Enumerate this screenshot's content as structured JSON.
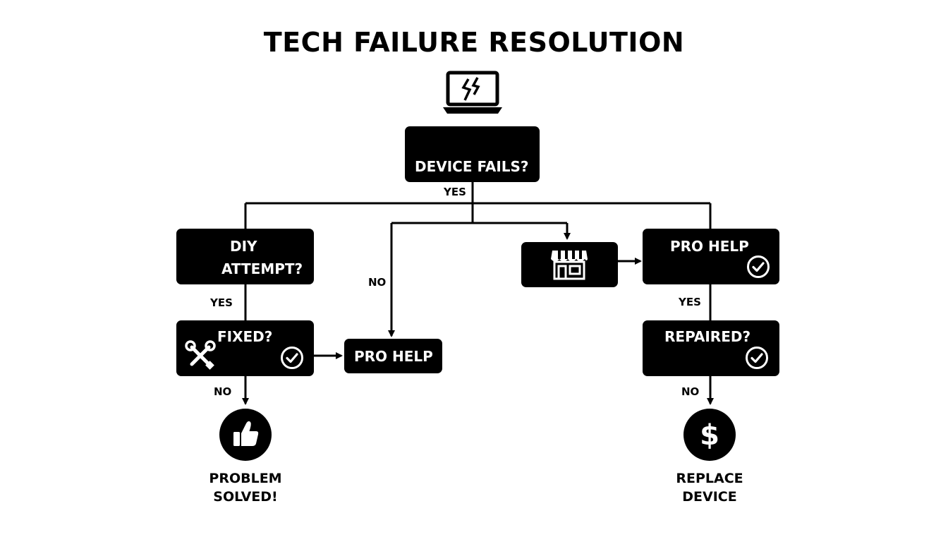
{
  "title": "TECH FAILURE RESOLUTION",
  "nodes": {
    "device_fails": "DEVICE FAILS?",
    "diy_attempt_line1": "DIY",
    "diy_attempt_line2": "ATTEMPT?",
    "fixed": "FIXED?",
    "pro_help_middle": "PRO HELP",
    "pro_help_right": "PRO HELP",
    "repaired": "REPAIRED?"
  },
  "edge_labels": {
    "yes_top": "YES",
    "yes_diy": "YES",
    "no_fixed": "NO",
    "no_middle": "NO",
    "yes_pro": "YES",
    "no_repaired": "NO"
  },
  "outcomes": {
    "problem_solved_line1": "PROBLEM",
    "problem_solved_line2": "SOLVED!",
    "replace_device_line1": "REPLACE",
    "replace_device_line2": "DEVICE"
  },
  "icons": {
    "header": "broken-laptop-icon",
    "store": "storefront-icon",
    "tools": "wrench-screwdriver-icon",
    "check": "check-circle-icon",
    "thumbs_up": "thumbs-up-icon",
    "dollar": "dollar-icon"
  },
  "colors": {
    "box": "#000000",
    "text_on_box": "#ffffff",
    "background": "#ffffff"
  }
}
